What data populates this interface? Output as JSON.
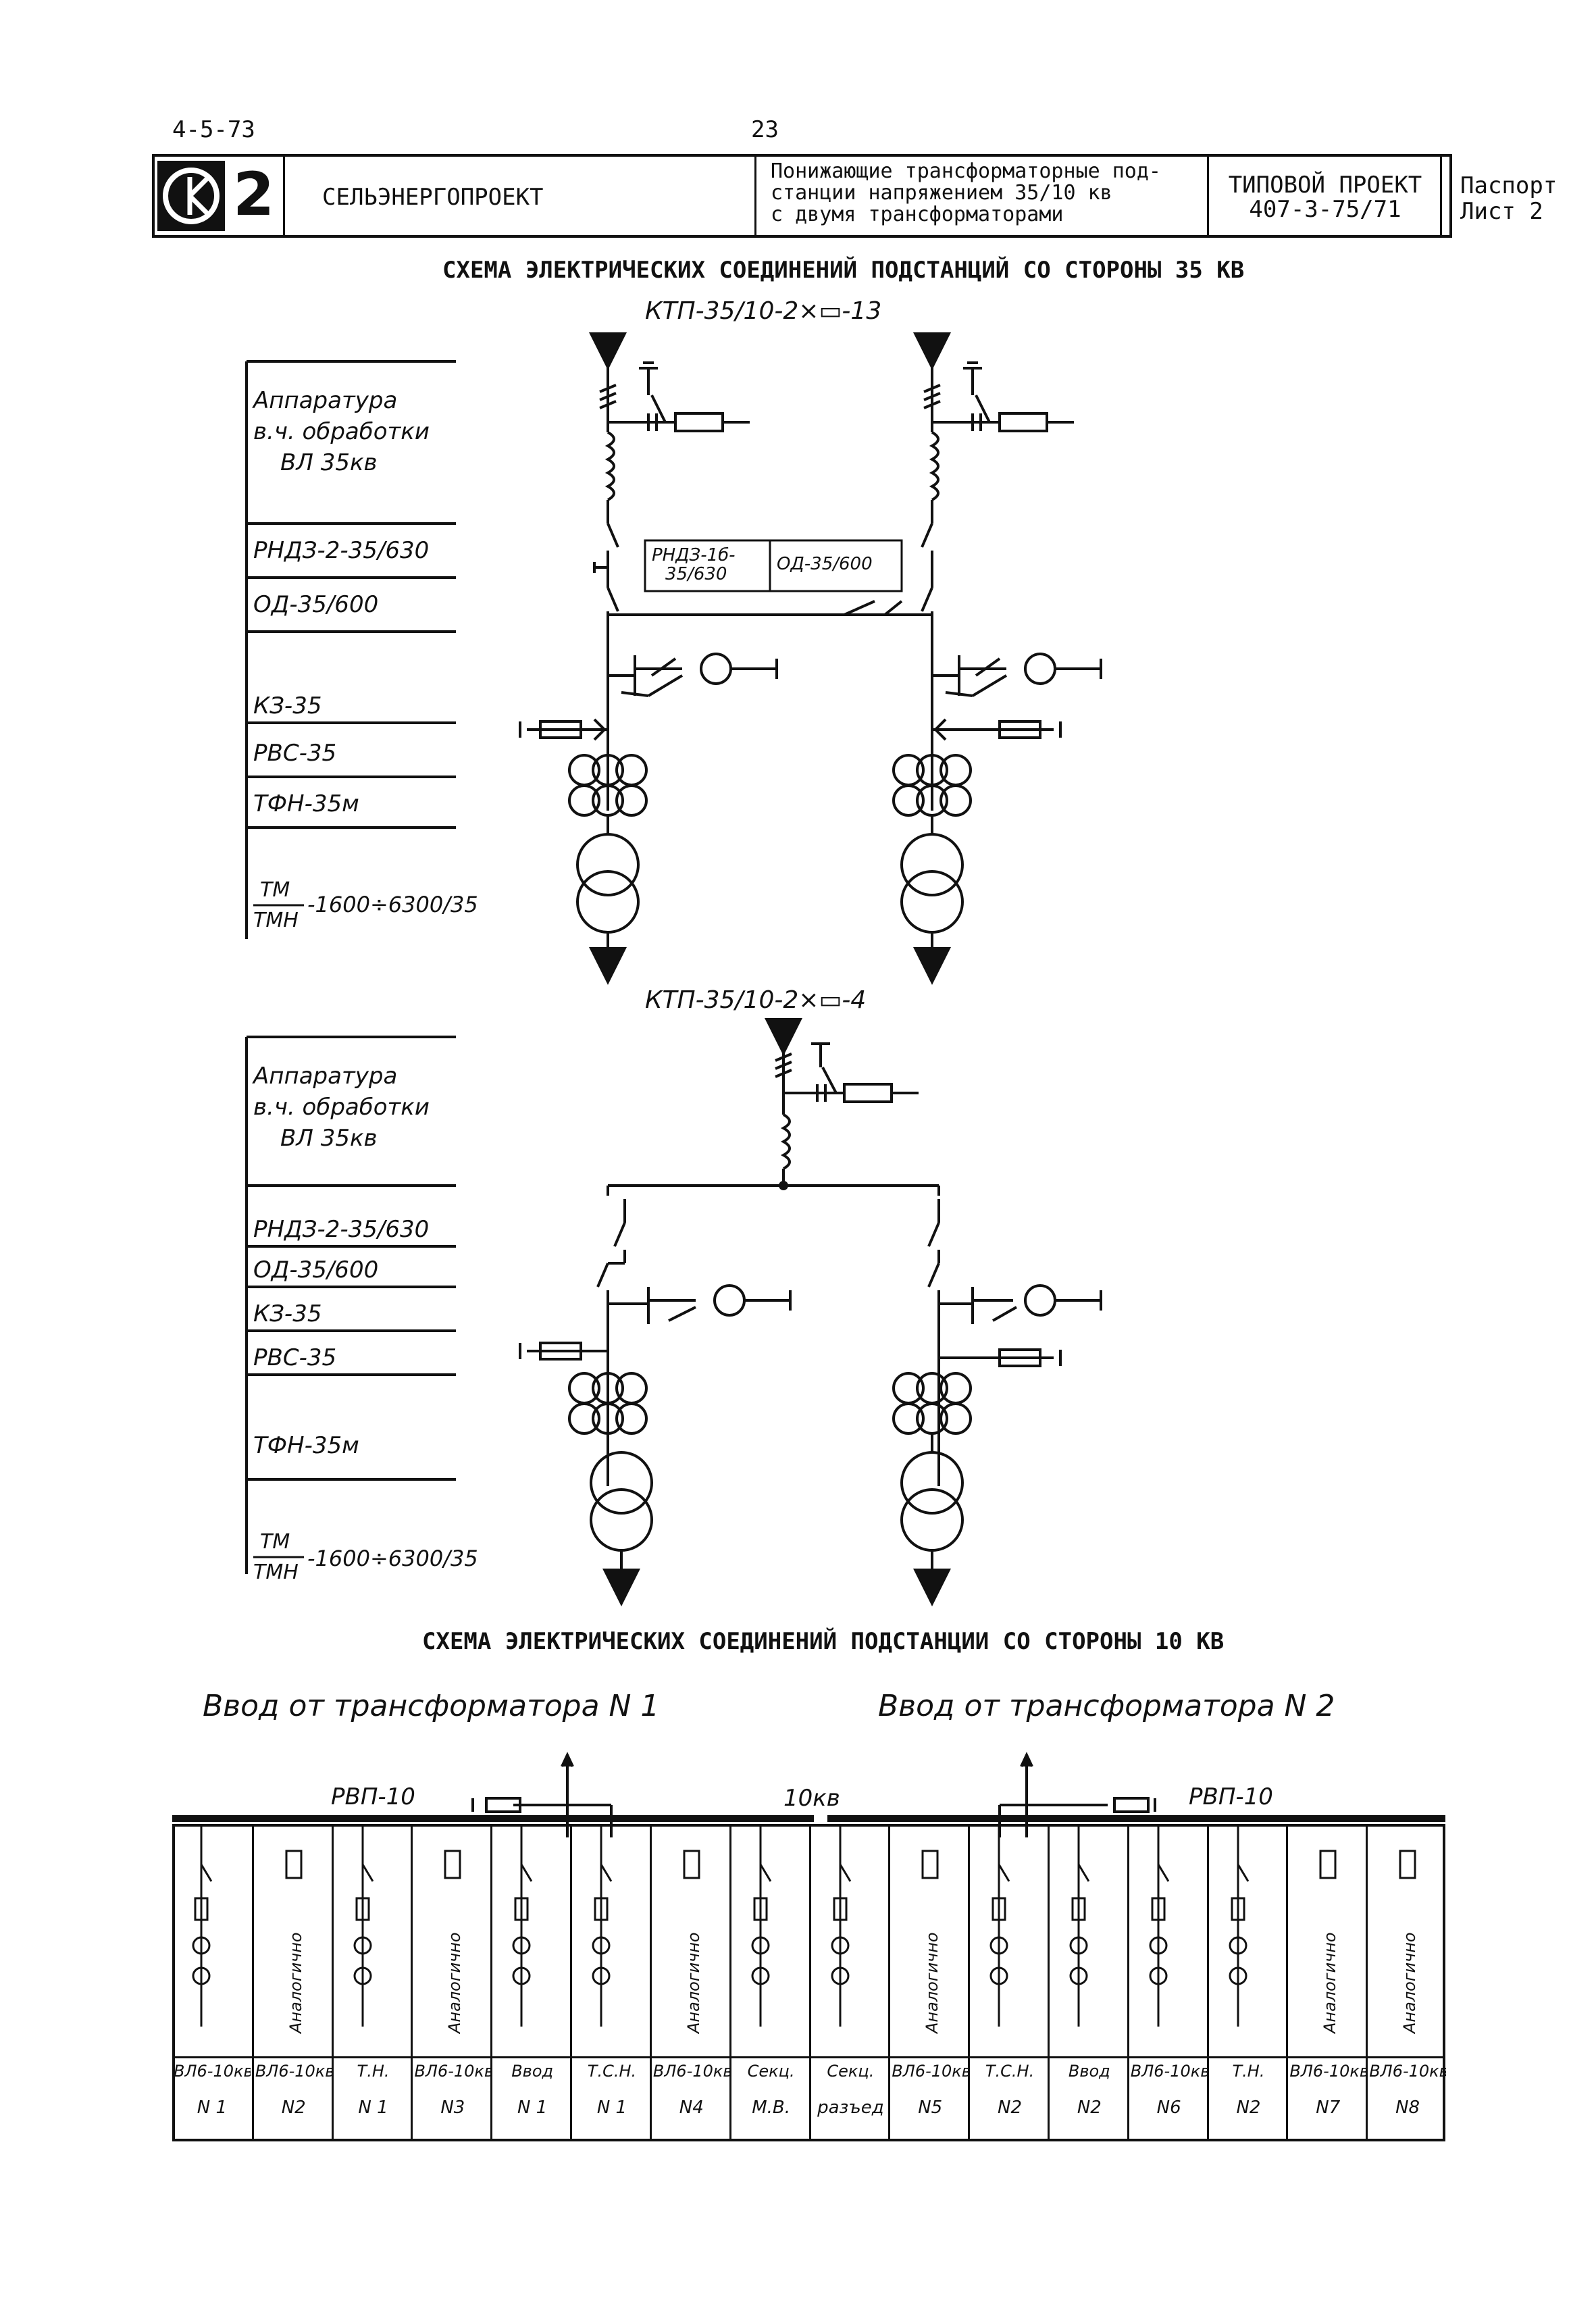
{
  "page": {
    "code": "4-5-73",
    "number": "23"
  },
  "header": {
    "logo_digit": "2",
    "org": "СЕЛЬЭНЕРГОПРОЕКТ",
    "desc_line1": "Понижающие трансформаторные под-",
    "desc_line2": "станции напряжением 35/10 кв",
    "desc_line3": "с двумя трансформаторами",
    "project_line1": "ТИПОВОЙ ПРОЕКТ",
    "project_line2": "407-3-75/71",
    "doc_line1": "Паспорт",
    "doc_line2": "Лист 2"
  },
  "section35": {
    "title": "СХЕМА ЭЛЕКТРИЧЕСКИХ СОЕДИНЕНИЙ ПОДСТАНЦИЙ СО СТОРОНЫ 35 КВ",
    "scheme1": {
      "subtitle": "КТП-35/10-2×▭-13",
      "labels": {
        "hf_1": "Аппаратура",
        "hf_2": "в.ч. обработки",
        "hf_3": "ВЛ 35кв",
        "rnd": "РНДЗ-2-35/630",
        "od": "ОД-35/600",
        "kz": "КЗ-35",
        "rvs": "РВС-35",
        "tfn": "ТФН-35м",
        "tm_num": "ТМ",
        "tm_den": "ТМН",
        "tm_rating": "-1600÷6300/35"
      },
      "bridge_label_1a": "РНДЗ-1б-",
      "bridge_label_1b": "35/630",
      "bridge_label_2": "ОД-35/600"
    },
    "scheme2": {
      "subtitle": "КТП-35/10-2×▭-4",
      "labels": {
        "hf_1": "Аппаратура",
        "hf_2": "в.ч. обработки",
        "hf_3": "ВЛ 35кв",
        "rnd": "РНДЗ-2-35/630",
        "od": "ОД-35/600",
        "kz": "КЗ-35",
        "rvs": "РВС-35",
        "tfn": "ТФН-35м",
        "tm_num": "ТМ",
        "tm_den": "ТМН",
        "tm_rating": "-1600÷6300/35"
      }
    }
  },
  "section10": {
    "title": "СХЕМА ЭЛЕКТРИЧЕСКИХ СОЕДИНЕНИЙ ПОДСТАНЦИИ СО СТОРОНЫ 10 КВ",
    "input1": "Ввод от трансформатора N 1",
    "input2": "Ввод от трансформатора N 2",
    "rvp_left": "РВП-10",
    "rvp_right": "РВП-10",
    "bus_label": "10кв",
    "analog": "Аналогично",
    "cells": [
      {
        "top": "ВЛ6-10кв",
        "bottom": "N 1"
      },
      {
        "top": "ВЛ6-10кв",
        "bottom": "N2"
      },
      {
        "top": "Т.Н.",
        "bottom": "N 1"
      },
      {
        "top": "ВЛ6-10кв",
        "bottom": "N3"
      },
      {
        "top": "Ввод",
        "bottom": "N 1"
      },
      {
        "top": "Т.С.Н.",
        "bottom": "N 1"
      },
      {
        "top": "ВЛ6-10кв",
        "bottom": "N4"
      },
      {
        "top": "Секц.",
        "bottom": "М.В."
      },
      {
        "top": "Секц.",
        "bottom": "разъед"
      },
      {
        "top": "ВЛ6-10кв",
        "bottom": "N5"
      },
      {
        "top": "Т.С.Н.",
        "bottom": "N2"
      },
      {
        "top": "Ввод",
        "bottom": "N2"
      },
      {
        "top": "ВЛ6-10кв",
        "bottom": "N6"
      },
      {
        "top": "Т.Н.",
        "bottom": "N2"
      },
      {
        "top": "ВЛ6-10кв",
        "bottom": "N7"
      },
      {
        "top": "ВЛ6-10кв",
        "bottom": "N8"
      }
    ]
  }
}
